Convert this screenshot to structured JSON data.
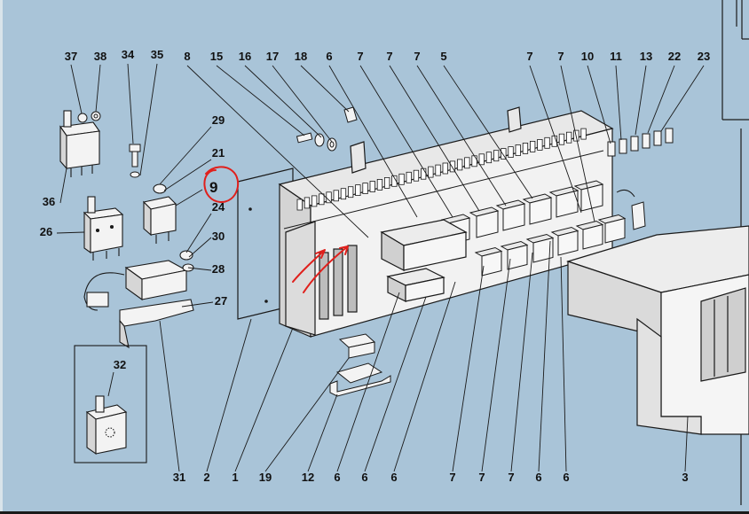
{
  "callouts": {
    "top": [
      "37",
      "38",
      "34",
      "35",
      "8",
      "15",
      "16",
      "17",
      "18",
      "6",
      "7",
      "7",
      "7",
      "5",
      "7",
      "7",
      "10",
      "11",
      "13",
      "22",
      "23"
    ],
    "left_side": [
      "29",
      "21",
      "9",
      "24",
      "36",
      "26",
      "30",
      "28",
      "27",
      "32"
    ],
    "bottom": [
      "31",
      "2",
      "1",
      "19",
      "12",
      "6",
      "6",
      "6",
      "7",
      "7",
      "7",
      "6",
      "6",
      "3"
    ]
  },
  "highlight": {
    "circled_label": "9",
    "ink_color": "#e0201c"
  },
  "colors": {
    "background": "#a9c4d8",
    "line": "#1a1a1a",
    "part_fill": "#f2f2f2",
    "part_shade": "#d4d4d4"
  }
}
